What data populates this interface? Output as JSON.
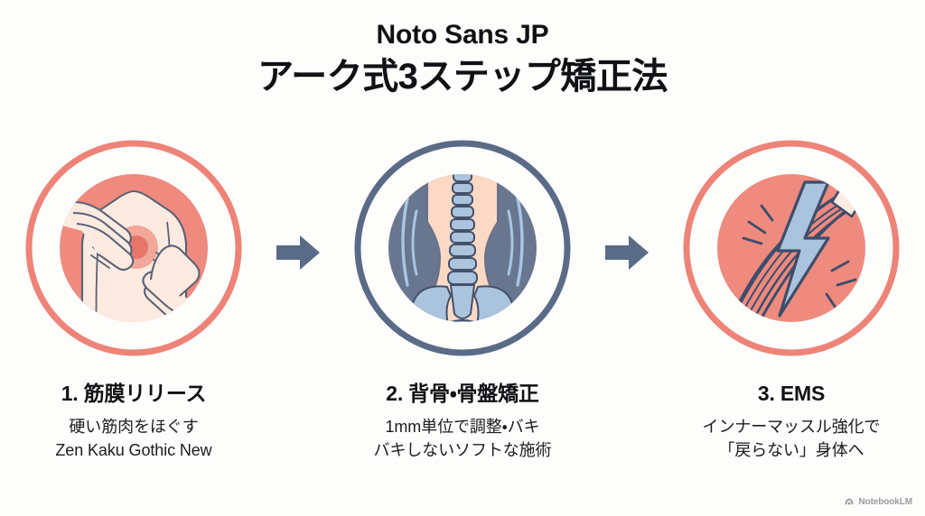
{
  "slide": {
    "background_color": "#fdfdfc",
    "title": {
      "eyebrow": "Noto Sans JP",
      "main": "アーク式3ステップ矯正法"
    },
    "watermark": {
      "label": "NotebookLM",
      "icon": "notebooklm-logo-icon"
    }
  },
  "palette": {
    "coral": "#ee8377",
    "coral_fill": "#ef8a7e",
    "slate": "#5a6b87",
    "slate_fill": "#68768f",
    "skin": "#fbd9c5",
    "skin_light": "#fdeae0",
    "bone_blue": "#aac4dd",
    "outline": "#44506b",
    "accent_red": "#e8685c"
  },
  "steps": [
    {
      "id": "step-1",
      "ring_color": "#ee8377",
      "fill_color": "#ef8a7e",
      "illustration": "massage-hands-icon",
      "title": "1. 筋膜リリース",
      "body_lines": [
        "硬い筋肉をほぐす",
        "Zen Kaku Gothic New"
      ]
    },
    {
      "id": "step-2",
      "ring_color": "#5a6b87",
      "fill_color": "#68768f",
      "illustration": "spine-pelvis-icon",
      "title": "2. 背骨・骨盤矯正",
      "body_lines": [
        "1mm単位で調整・バキ",
        "バキしないソフトな施術"
      ]
    },
    {
      "id": "step-3",
      "ring_color": "#ee8377",
      "fill_color": "#ef8a7e",
      "illustration": "muscle-lightning-icon",
      "title": "3. EMS",
      "body_lines": [
        "インナーマッスル強化で",
        "「戻らない」身体へ"
      ]
    }
  ],
  "arrows": [
    {
      "id": "arrow-1",
      "color": "#5a6b87",
      "direction": "right"
    },
    {
      "id": "arrow-2",
      "color": "#5a6b87",
      "direction": "right"
    }
  ]
}
